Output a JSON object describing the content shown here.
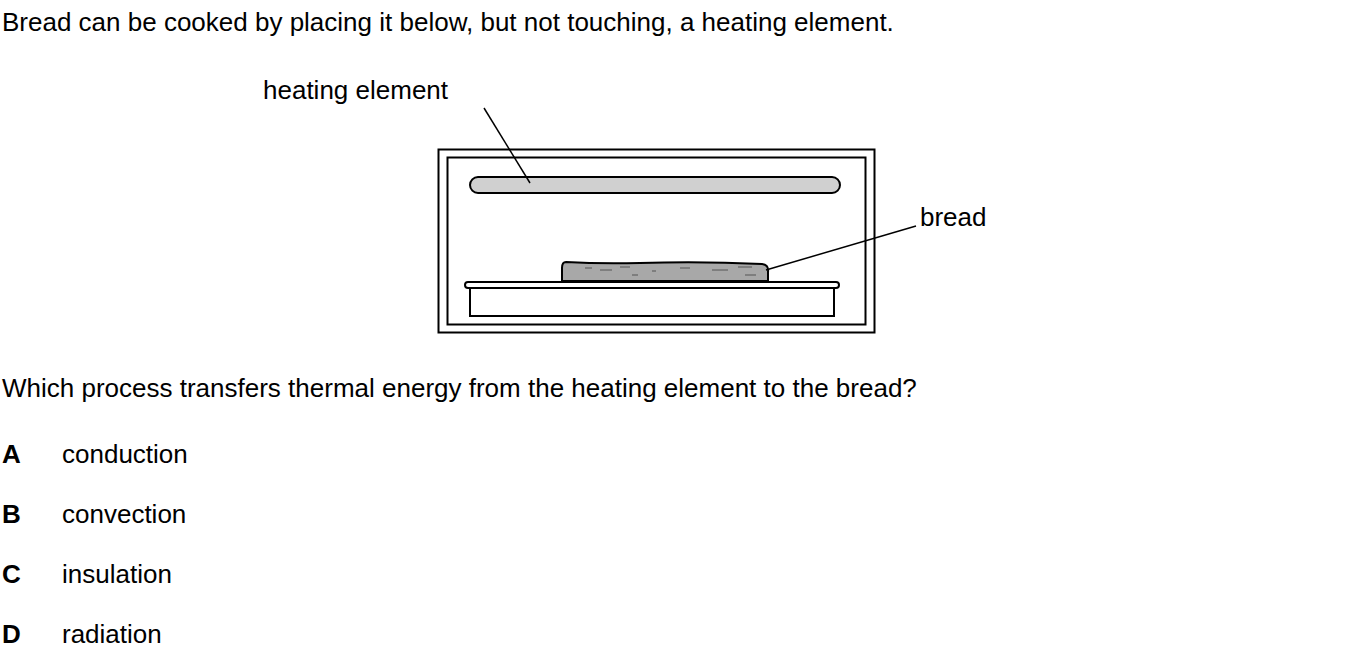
{
  "diagram": {
    "labels": [
      "Bread can be cooked by placing it below, but not touching, a heating element.",
      "heating element",
      "bread",
      "Which process transfers thermal energy from the heating element to the bread?",
      "A",
      "conduction",
      "B",
      "convection",
      "C",
      "insulation",
      "D",
      "radiation"
    ]
  }
}
